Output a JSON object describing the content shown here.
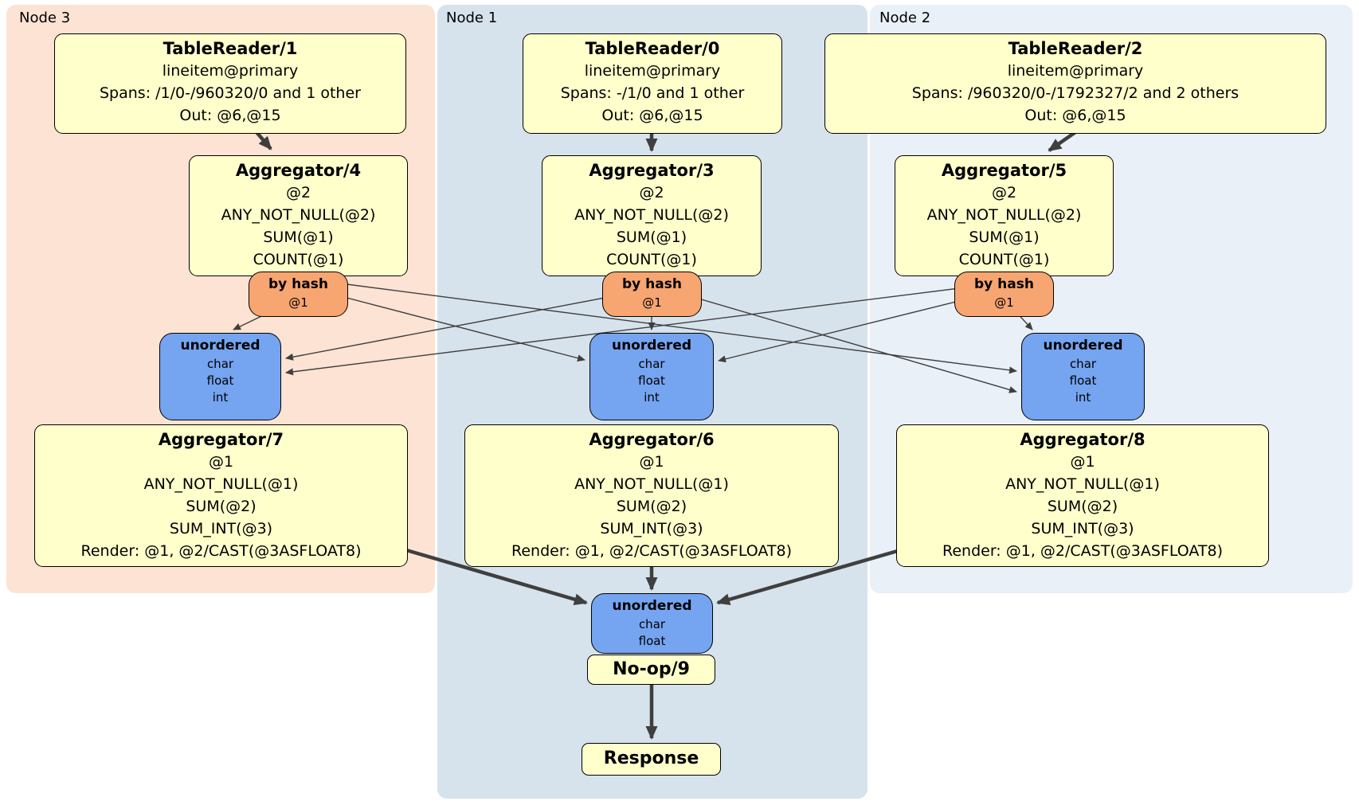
{
  "colors": {
    "node3_background": "#fce3d3",
    "node1_background": "#d7e3ec",
    "node2_background": "#eaf0f8",
    "process_box_fill": "#ffffcc",
    "router_box_fill": "#f7a571",
    "sync_box_fill": "#75a4f0",
    "edge_color": "#3f3f3f"
  },
  "node3": {
    "label": "Node 3",
    "tablereader": {
      "title": "TableReader/1",
      "lines": [
        "lineitem@primary",
        "Spans: /1/0-/960320/0 and 1 other",
        "Out: @6,@15"
      ]
    },
    "aggregator_top": {
      "title": "Aggregator/4",
      "lines": [
        "@2",
        "ANY_NOT_NULL(@2)",
        "SUM(@1)",
        "COUNT(@1)"
      ]
    },
    "router": {
      "title": "by hash",
      "lines": [
        "@1"
      ]
    },
    "sync": {
      "title": "unordered",
      "lines": [
        "char",
        "float",
        "int"
      ]
    },
    "aggregator_bottom": {
      "title": "Aggregator/7",
      "lines": [
        "@1",
        "ANY_NOT_NULL(@1)",
        "SUM(@2)",
        "SUM_INT(@3)",
        "Render: @1, @2/CAST(@3ASFLOAT8)"
      ]
    }
  },
  "node1": {
    "label": "Node 1",
    "tablereader": {
      "title": "TableReader/0",
      "lines": [
        "lineitem@primary",
        "Spans: -/1/0 and 1 other",
        "Out: @6,@15"
      ]
    },
    "aggregator_top": {
      "title": "Aggregator/3",
      "lines": [
        "@2",
        "ANY_NOT_NULL(@2)",
        "SUM(@1)",
        "COUNT(@1)"
      ]
    },
    "router": {
      "title": "by hash",
      "lines": [
        "@1"
      ]
    },
    "sync": {
      "title": "unordered",
      "lines": [
        "char",
        "float",
        "int"
      ]
    },
    "aggregator_bottom": {
      "title": "Aggregator/6",
      "lines": [
        "@1",
        "ANY_NOT_NULL(@1)",
        "SUM(@2)",
        "SUM_INT(@3)",
        "Render: @1, @2/CAST(@3ASFLOAT8)"
      ]
    },
    "final_sync": {
      "title": "unordered",
      "lines": [
        "char",
        "float"
      ]
    },
    "noop": {
      "title": "No-op/9"
    },
    "response": {
      "title": "Response"
    }
  },
  "node2": {
    "label": "Node 2",
    "tablereader": {
      "title": "TableReader/2",
      "lines": [
        "lineitem@primary",
        "Spans: /960320/0-/1792327/2 and 2 others",
        "Out: @6,@15"
      ]
    },
    "aggregator_top": {
      "title": "Aggregator/5",
      "lines": [
        "@2",
        "ANY_NOT_NULL(@2)",
        "SUM(@1)",
        "COUNT(@1)"
      ]
    },
    "router": {
      "title": "by hash",
      "lines": [
        "@1"
      ]
    },
    "sync": {
      "title": "unordered",
      "lines": [
        "char",
        "float",
        "int"
      ]
    },
    "aggregator_bottom": {
      "title": "Aggregator/8",
      "lines": [
        "@1",
        "ANY_NOT_NULL(@1)",
        "SUM(@2)",
        "SUM_INT(@3)",
        "Render: @1, @2/CAST(@3ASFLOAT8)"
      ]
    }
  }
}
